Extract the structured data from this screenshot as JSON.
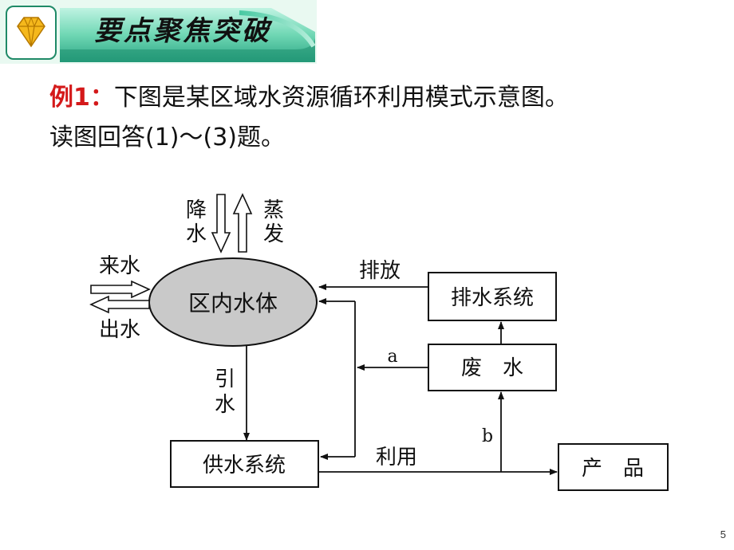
{
  "banner": {
    "title": "要点聚焦突破"
  },
  "question": {
    "label": "例1",
    "separator": "：",
    "line1": "下图是某区域水资源循环利用模式示意图。",
    "line2": "读图回答(1)～(3)题。"
  },
  "diagram": {
    "water_body": "区内水体",
    "precipitation": [
      "降",
      "水"
    ],
    "evaporation": [
      "蒸",
      "发"
    ],
    "inflow": "来水",
    "outflow": "出水",
    "drainage_system": "排水系统",
    "discharge": "排放",
    "wastewater": "废　水",
    "arrow_a": "a",
    "arrow_b": "b",
    "intake": [
      "引",
      "水"
    ],
    "supply_system": "供水系统",
    "utilization": "利用",
    "product": "产　品"
  },
  "page": {
    "number": "5"
  }
}
